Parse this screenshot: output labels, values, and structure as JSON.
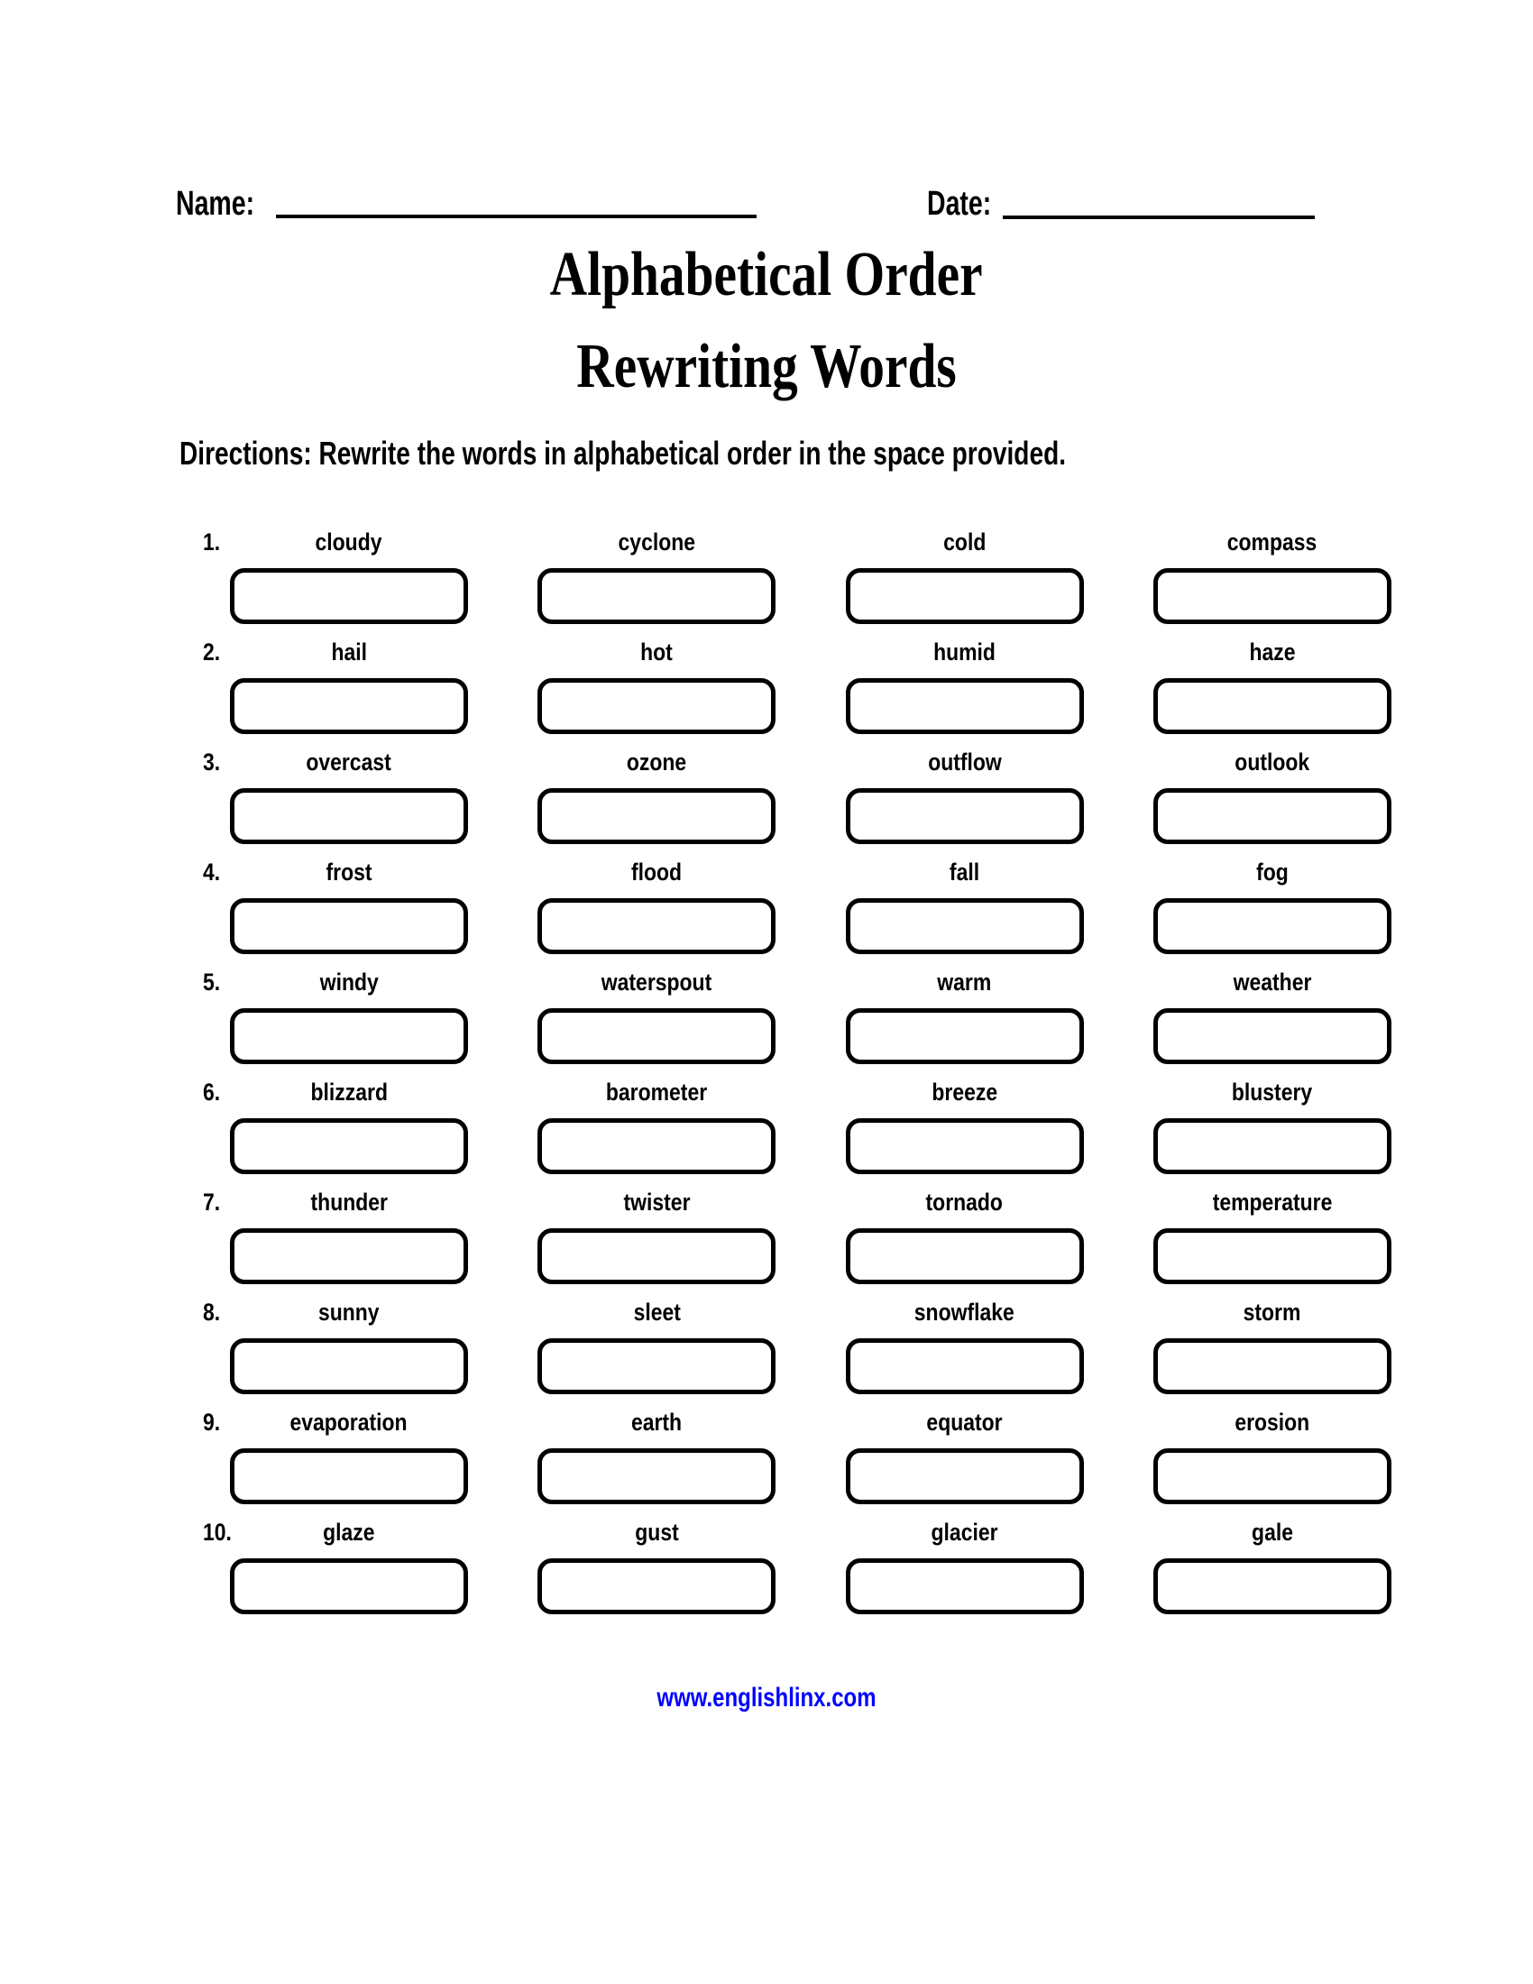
{
  "header": {
    "name_label": "Name:",
    "date_label": "Date:"
  },
  "title": {
    "line1": "Alphabetical Order",
    "line2": "Rewriting Words"
  },
  "directions": "Directions: Rewrite the words in alphabetical order in the space provided.",
  "rows": [
    {
      "number": "1.",
      "words": [
        "cloudy",
        "cyclone",
        "cold",
        "compass"
      ]
    },
    {
      "number": "2.",
      "words": [
        "hail",
        "hot",
        "humid",
        "haze"
      ]
    },
    {
      "number": "3.",
      "words": [
        "overcast",
        "ozone",
        "outflow",
        "outlook"
      ]
    },
    {
      "number": "4.",
      "words": [
        "frost",
        "flood",
        "fall",
        "fog"
      ]
    },
    {
      "number": "5.",
      "words": [
        "windy",
        "waterspout",
        "warm",
        "weather"
      ]
    },
    {
      "number": "6.",
      "words": [
        "blizzard",
        "barometer",
        "breeze",
        "blustery"
      ]
    },
    {
      "number": "7.",
      "words": [
        "thunder",
        "twister",
        "tornado",
        "temperature"
      ]
    },
    {
      "number": "8.",
      "words": [
        "sunny",
        "sleet",
        "snowflake",
        "storm"
      ]
    },
    {
      "number": "9.",
      "words": [
        "evaporation",
        "earth",
        "equator",
        "erosion"
      ]
    },
    {
      "number": "10.",
      "words": [
        "glaze",
        "gust",
        "glacier",
        "gale"
      ]
    }
  ],
  "footer": {
    "link_text": "www.englishlinx.com"
  },
  "colors": {
    "text": "#000000",
    "link": "#0000FF",
    "background": "#FFFFFF"
  }
}
